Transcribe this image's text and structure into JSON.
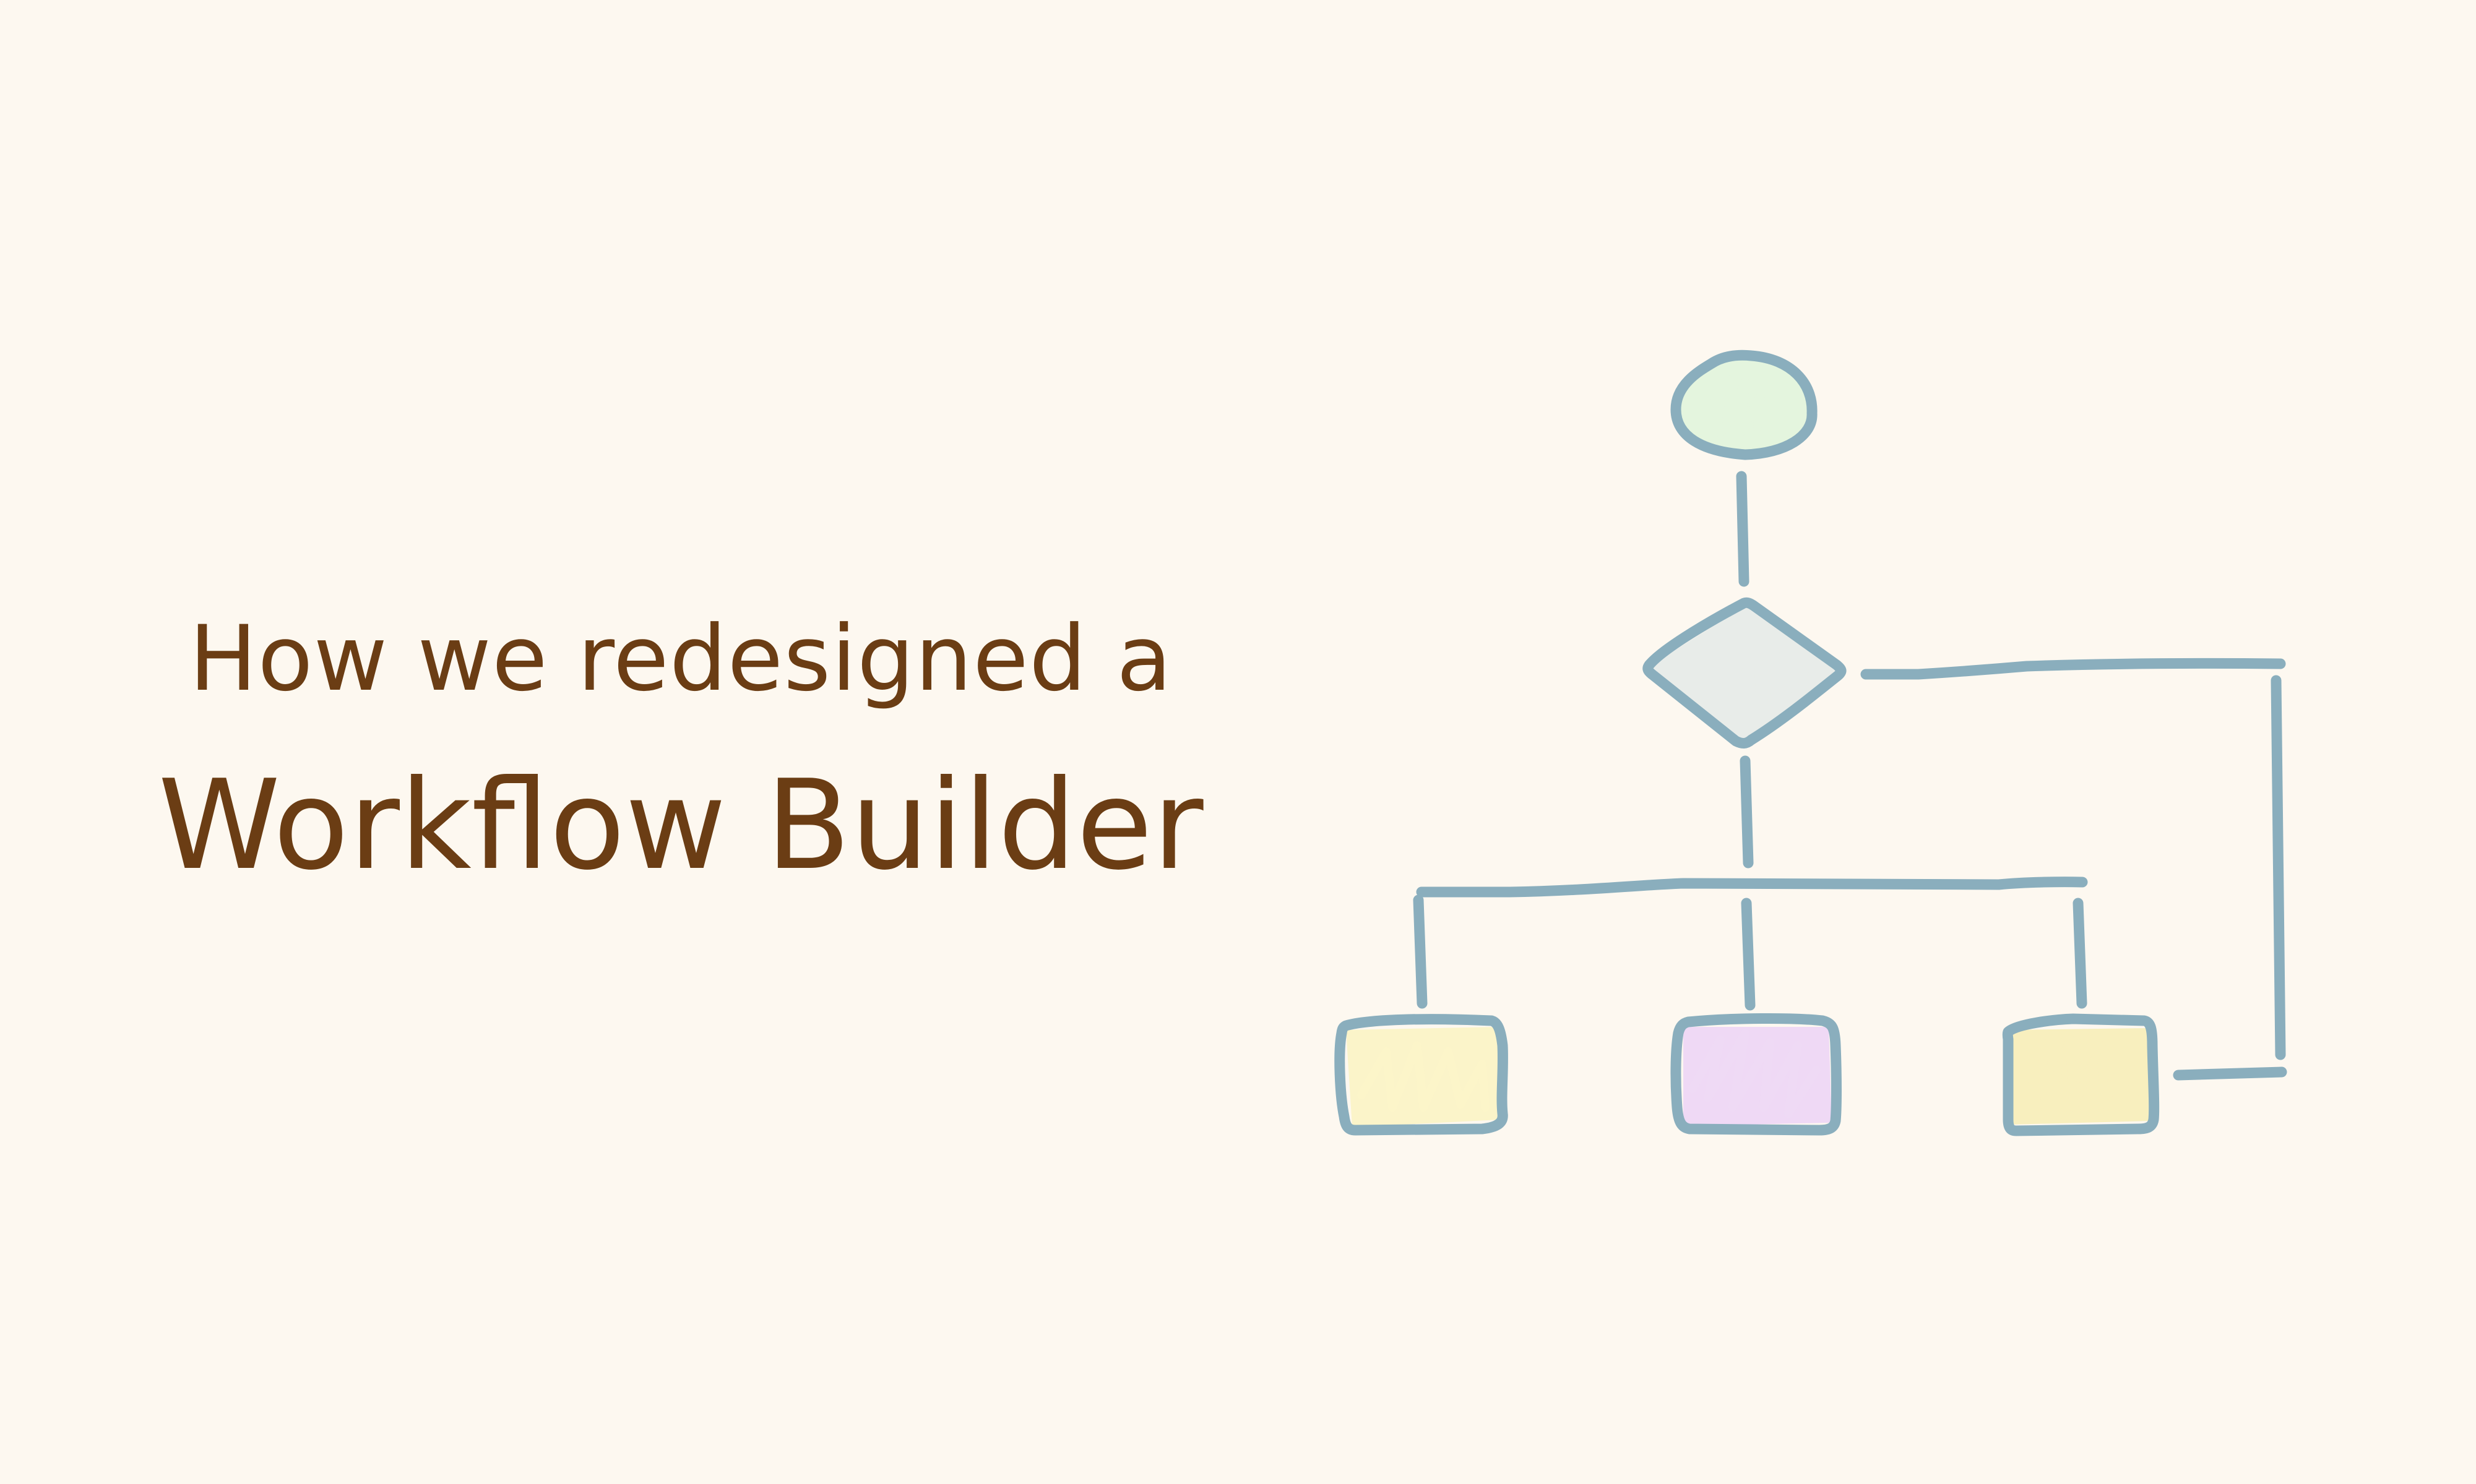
{
  "headline": {
    "line1": "How we redesigned a",
    "line2": "Workflow Builder"
  },
  "colors": {
    "background": "#fdf8f0",
    "headline_text": "#6b3d14",
    "stroke": "#8aaebd",
    "start_fill": "#e4f5de",
    "decision_fill": "#e8ece9",
    "left_box_fill": "#fbf4c9",
    "middle_box_fill": "#efd9f5",
    "right_box_fill": "#f8efbe"
  },
  "diagram": {
    "nodes": [
      {
        "id": "start",
        "shape": "ellipse",
        "fill": "start_fill"
      },
      {
        "id": "decision",
        "shape": "diamond",
        "fill": "decision_fill"
      },
      {
        "id": "step-left",
        "shape": "rectangle",
        "fill": "left_box_fill"
      },
      {
        "id": "step-middle",
        "shape": "rectangle",
        "fill": "middle_box_fill"
      },
      {
        "id": "step-right",
        "shape": "rectangle",
        "fill": "right_box_fill"
      }
    ],
    "edges": [
      {
        "from": "start",
        "to": "decision"
      },
      {
        "from": "decision",
        "to": "step-left"
      },
      {
        "from": "decision",
        "to": "step-middle"
      },
      {
        "from": "decision",
        "to": "step-right"
      },
      {
        "from": "decision",
        "to": "step-right",
        "route": "loop-right"
      }
    ]
  }
}
